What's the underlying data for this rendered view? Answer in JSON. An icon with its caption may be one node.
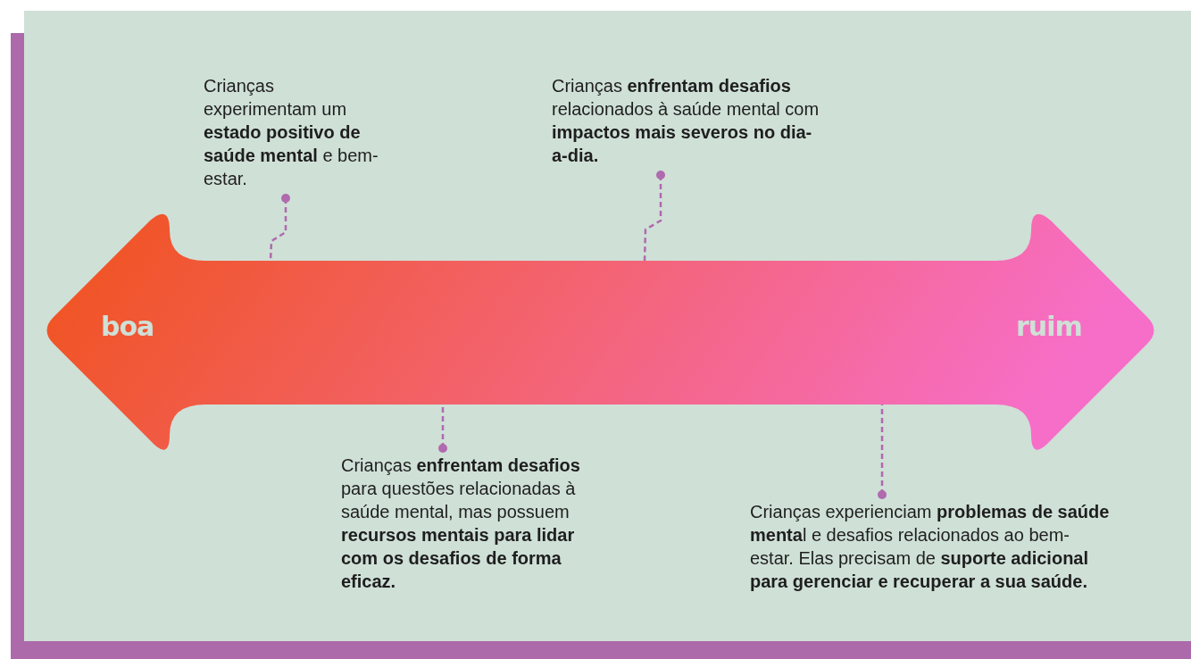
{
  "diagram": {
    "nodes": [
      {
        "text": [
          "Crianças experimentam um **estado positivo de saúde mental** e bem-estar."
        ]
      },
      {
        "text": [
          "Crianças **enfrentam desafios** relacionados à saúde mental com **impactos mais severos no dia-a-dia.**"
        ]
      },
      {
        "text": [
          "boa",
          "ruim"
        ]
      },
      {
        "text": [
          "Crianças **enfrentam desafios** para questões relacionadas à saúde mental, mas possuem **recursos mentais para lidar com os desafios de forma eficaz.**"
        ]
      },
      {
        "text": [
          "Crianças experienciam **problemas de saúde menta**l e desafios relacionados ao bem-estar. Elas precisam de **suporte adicional para gerenciar e recuperar a sua saúde.**"
        ]
      }
    ],
    "edges": [
      {
        "from": 0,
        "to": 2,
        "arrow": "other",
        "style": "dashed"
      },
      {
        "from": 1,
        "to": 2,
        "arrow": "other",
        "style": "dashed"
      },
      {
        "from": 3,
        "to": 2,
        "arrow": "other",
        "style": "dashed"
      },
      {
        "from": 4,
        "to": 2,
        "arrow": "other",
        "style": "dashed"
      }
    ]
  }
}
